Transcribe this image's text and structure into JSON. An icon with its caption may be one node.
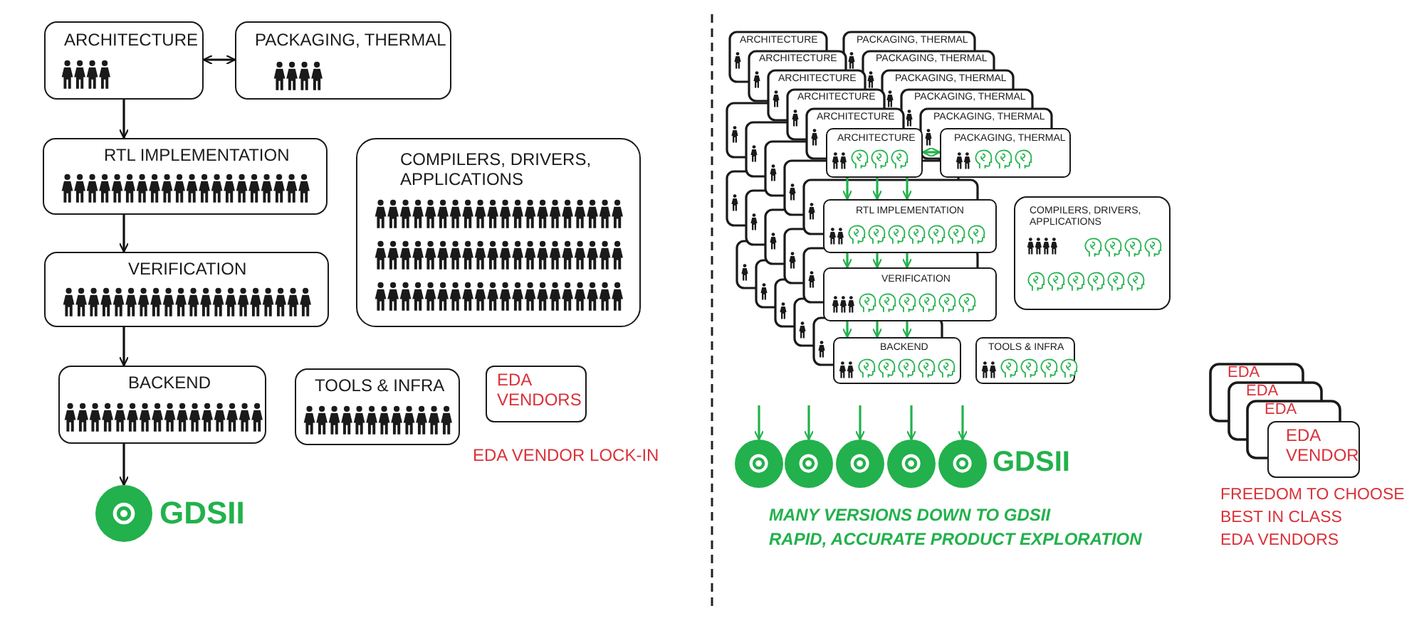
{
  "diagram": {
    "nodes": [
      {
        "text": [
          "ARCHITECTURE"
        ]
      },
      {
        "text": [
          "PACKAGING, THERMAL"
        ]
      },
      {
        "text": [
          "RTL IMPLEMENTATION"
        ]
      },
      {
        "text": [
          "COMPILERS, DRIVERS, APPLICATIONS"
        ]
      },
      {
        "text": [
          "VERIFICATION"
        ]
      },
      {
        "text": [
          "BACKEND"
        ]
      },
      {
        "text": [
          "TOOLS & INFRA"
        ]
      },
      {
        "text": [
          "EDA VENDORS"
        ]
      },
      {
        "text": [],
        "shape": "circle",
        "beside": [
          "GDSII"
        ]
      },
      {
        "text": [
          "ARCHITECTURE"
        ]
      },
      {
        "text": [
          "PACKAGING, THERMAL"
        ]
      },
      {
        "text": [
          "RTL IMPLEMENTATION"
        ]
      },
      {
        "text": [
          "COMPILERS, DRIVERS, APPLICATIONS"
        ]
      },
      {
        "text": [
          "VERIFICATION"
        ]
      },
      {
        "text": [
          "BACKEND"
        ]
      },
      {
        "text": [
          "TOOLS & INFRA"
        ]
      },
      {
        "text": [],
        "shape": "circle"
      },
      {
        "text": [],
        "shape": "circle"
      },
      {
        "text": [],
        "shape": "circle"
      },
      {
        "text": [],
        "shape": "circle"
      },
      {
        "text": [],
        "shape": "circle",
        "beside": [
          "GDSII"
        ]
      },
      {
        "text": [
          "EDA VENDOR"
        ]
      }
    ],
    "edges": [
      {
        "from": 0,
        "to": 1,
        "arrow": "both",
        "color": "#111111"
      },
      {
        "from": 0,
        "to": 2,
        "arrow": "to",
        "color": "#111111"
      },
      {
        "from": 2,
        "to": 4,
        "arrow": "to",
        "color": "#111111"
      },
      {
        "from": 4,
        "to": 5,
        "arrow": "to",
        "color": "#111111"
      },
      {
        "from": 5,
        "to": 8,
        "arrow": "to",
        "color": "#111111"
      },
      {
        "from": 9,
        "to": 10,
        "arrow": "both"
      },
      {
        "from": 9,
        "to": 11,
        "arrow": "to"
      },
      {
        "from": 9,
        "to": 11,
        "arrow": "to"
      },
      {
        "from": 9,
        "to": 11,
        "arrow": "to"
      },
      {
        "from": 11,
        "to": 13,
        "arrow": "to"
      },
      {
        "from": 11,
        "to": 13,
        "arrow": "to"
      },
      {
        "from": 11,
        "to": 13,
        "arrow": "to"
      },
      {
        "from": 13,
        "to": 14,
        "arrow": "to"
      },
      {
        "from": 13,
        "to": 14,
        "arrow": "to"
      },
      {
        "from": 13,
        "to": 14,
        "arrow": "to"
      },
      {
        "from": null,
        "to": 16,
        "arrow": "to"
      },
      {
        "from": null,
        "to": 17,
        "arrow": "to"
      },
      {
        "from": null,
        "to": 18,
        "arrow": "to"
      },
      {
        "from": null,
        "to": 19,
        "arrow": "to"
      },
      {
        "from": null,
        "to": 20,
        "arrow": "to"
      }
    ],
    "labels": [
      "ARCHITECTURE",
      "PACKAGING, THERMAL",
      "ARCHITECTURE",
      "PACKAGING, THERMAL",
      "ARCHITECTURE",
      "PACKAGING, THERMAL",
      "ARCHITECTURE",
      "PACKAGING, THERMAL",
      "ARCHITECTURE",
      "PACKAGING, THERMAL",
      "EDA",
      "EDA",
      "EDA",
      "EDA VENDOR LOCK-IN",
      "MANY VERSIONS DOWN TO GDSII",
      "RAPID, ACCURATE PRODUCT EXPLORATION",
      "FREEDOM TO CHOOSE",
      "BEST IN CLASS",
      "EDA VENDORS"
    ]
  }
}
